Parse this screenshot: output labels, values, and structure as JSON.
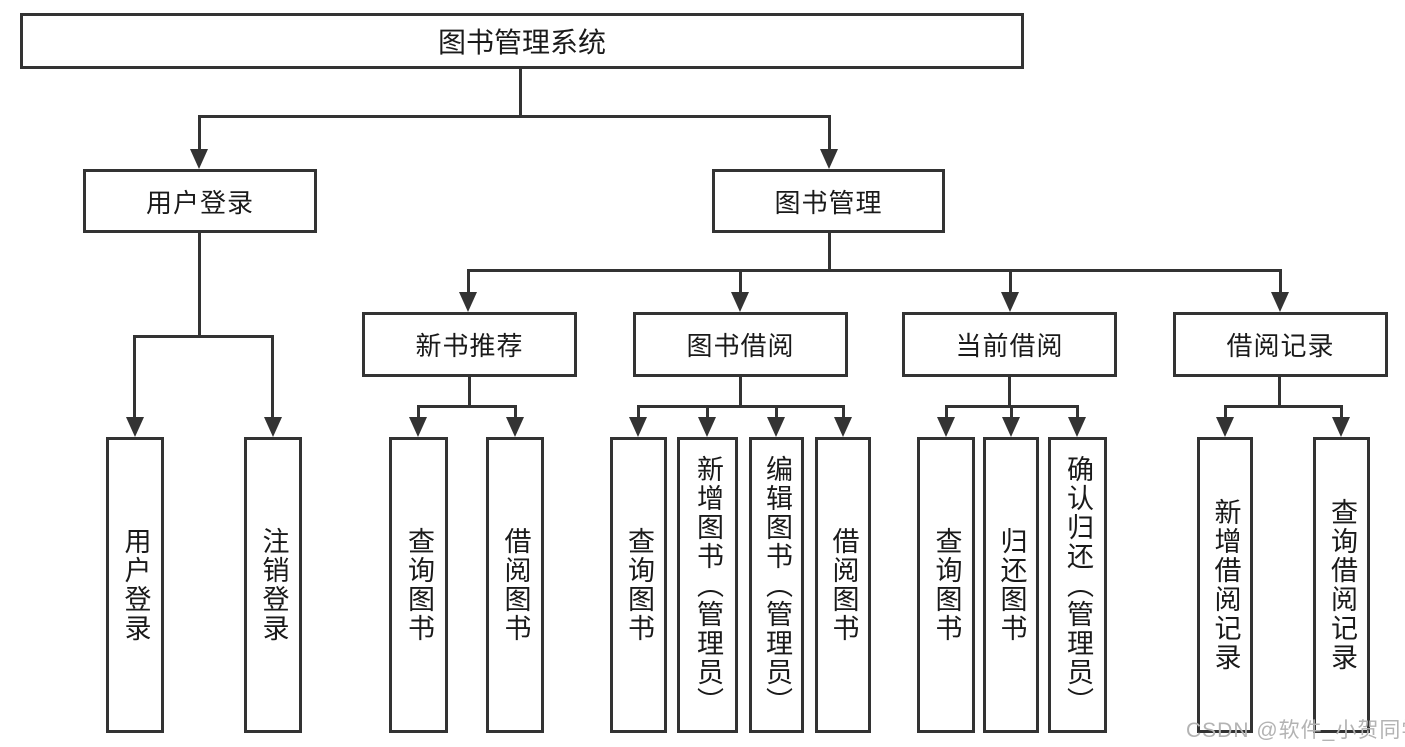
{
  "tree": {
    "root": {
      "label": "图书管理系统",
      "children": [
        {
          "label": "用户登录",
          "children": [
            {
              "label": "用户登录"
            },
            {
              "label": "注销登录"
            }
          ]
        },
        {
          "label": "图书管理",
          "children": [
            {
              "label": "新书推荐",
              "children": [
                {
                  "label": "查询图书"
                },
                {
                  "label": "借阅图书"
                }
              ]
            },
            {
              "label": "图书借阅",
              "children": [
                {
                  "label": "查询图书"
                },
                {
                  "label": "新增图书（管理员）"
                },
                {
                  "label": "编辑图书（管理员）"
                },
                {
                  "label": "借阅图书"
                }
              ]
            },
            {
              "label": "当前借阅",
              "children": [
                {
                  "label": "查询图书"
                },
                {
                  "label": "归还图书"
                },
                {
                  "label": "确认归还（管理员）"
                }
              ]
            },
            {
              "label": "借阅记录",
              "children": [
                {
                  "label": "新增借阅记录"
                },
                {
                  "label": "查询借阅记录"
                }
              ]
            }
          ]
        }
      ]
    }
  },
  "watermark": {
    "text": "CSDN @软件_小贺同学"
  },
  "colors": {
    "line": "#333333",
    "text": "#1a1a1a",
    "background": "#ffffff",
    "watermark": "#b3b3b3"
  }
}
